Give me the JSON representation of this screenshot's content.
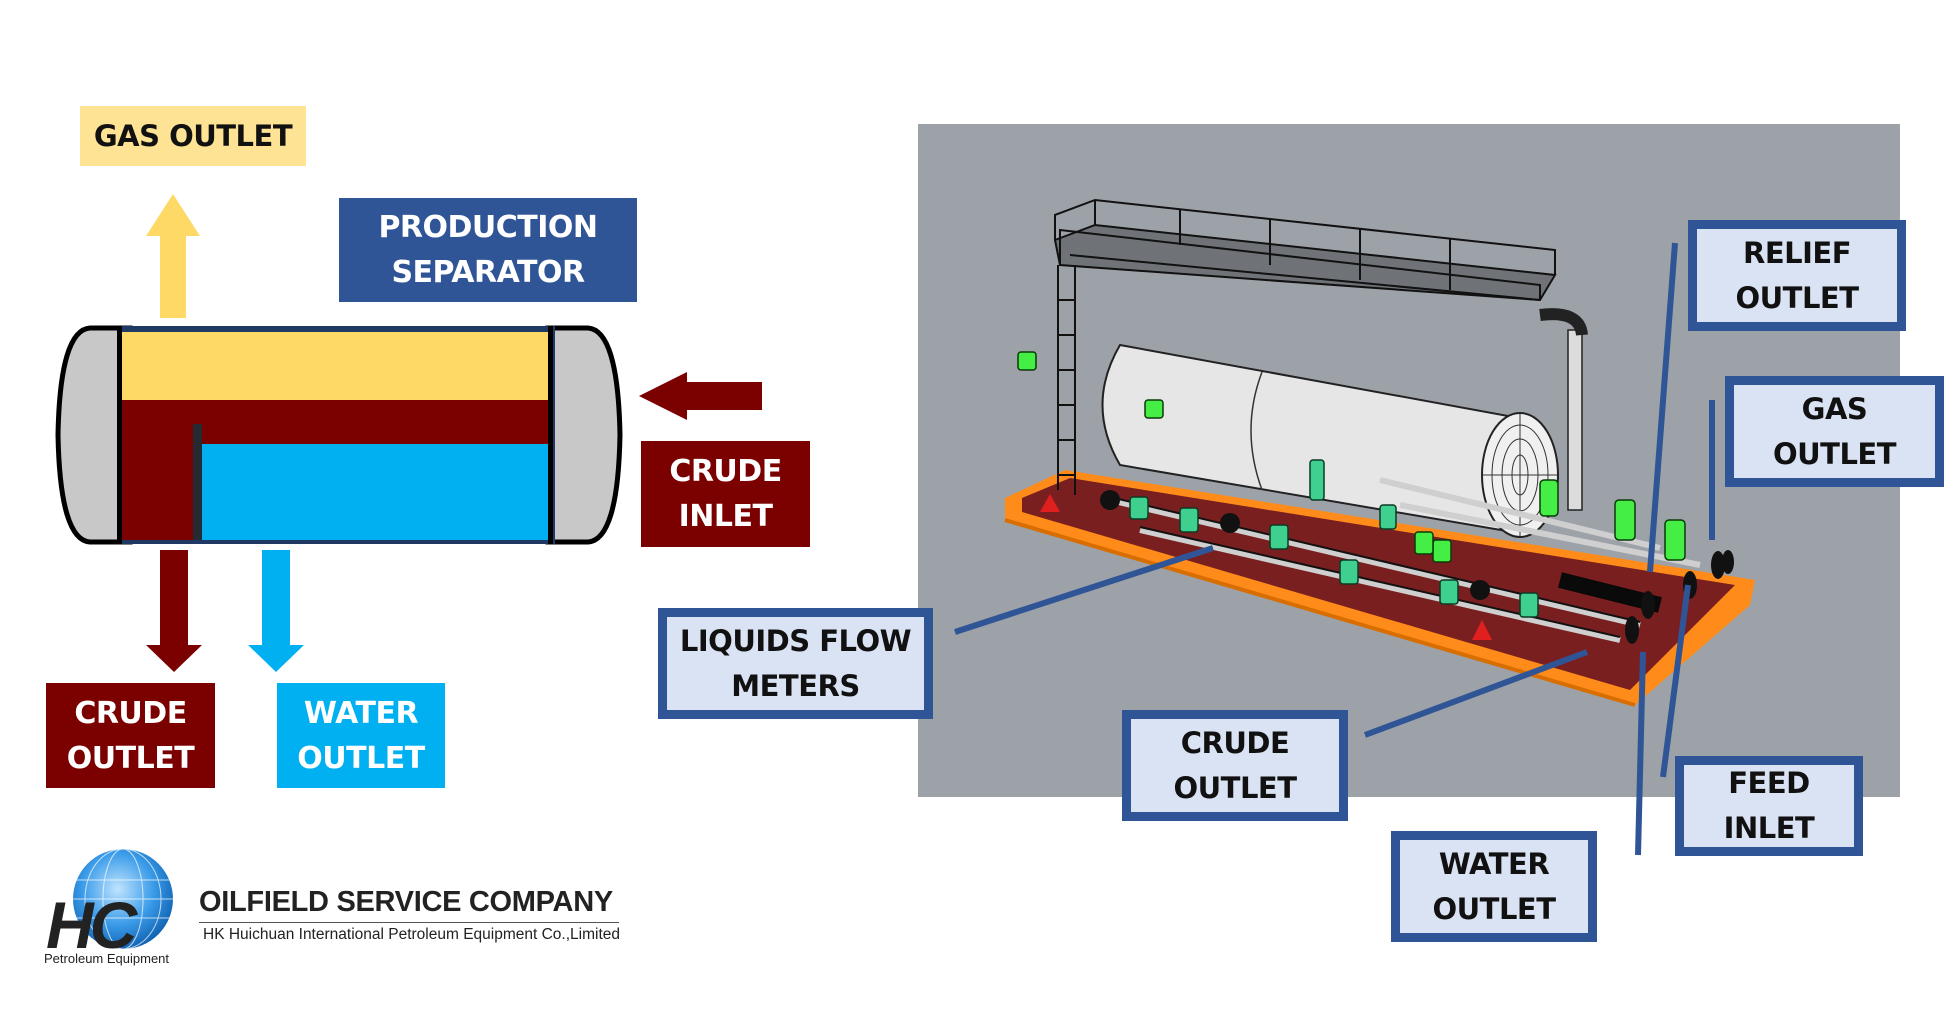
{
  "schematic": {
    "gas_outlet_label": "GAS OUTLET",
    "title_line1": "PRODUCTION",
    "title_line2": "SEPARATOR",
    "crude_inlet_line1": "CRUDE",
    "crude_inlet_line2": "INLET",
    "crude_outlet_line1": "CRUDE",
    "crude_outlet_line2": "OUTLET",
    "water_outlet_line1": "WATER",
    "water_outlet_line2": "OUTLET",
    "colors": {
      "gas": "#ffd966",
      "crude": "#7b0000",
      "water": "#00b0f0",
      "vessel_cap": "#c8c8c8",
      "title_bg": "#2f5597"
    }
  },
  "render_callouts": {
    "liquids_flow_line1": "LIQUIDS FLOW",
    "liquids_flow_line2": "METERS",
    "crude_outlet_line1": "CRUDE",
    "crude_outlet_line2": "OUTLET",
    "water_outlet_line1": "WATER",
    "water_outlet_line2": "OUTLET",
    "feed_inlet_line1": "FEED",
    "feed_inlet_line2": "INLET",
    "relief_outlet_line1": "RELIEF",
    "relief_outlet_line2": "OUTLET",
    "gas_outlet_line1": "GAS",
    "gas_outlet_line2": "OUTLET",
    "colors": {
      "callout_border": "#2f5597",
      "callout_fill": "#dae3f3",
      "panel_bg": "#9da1a8",
      "skid": "#ff8c1a",
      "deck": "#7a1f1f",
      "valve_green": "#3fcf8e"
    }
  },
  "branding": {
    "company_name": "OILFIELD SERVICE COMPANY",
    "company_full": "HK Huichuan International Petroleum Equipment Co.,Limited",
    "logo_letters": "HC",
    "logo_subtitle": "Petroleum Equipment"
  }
}
